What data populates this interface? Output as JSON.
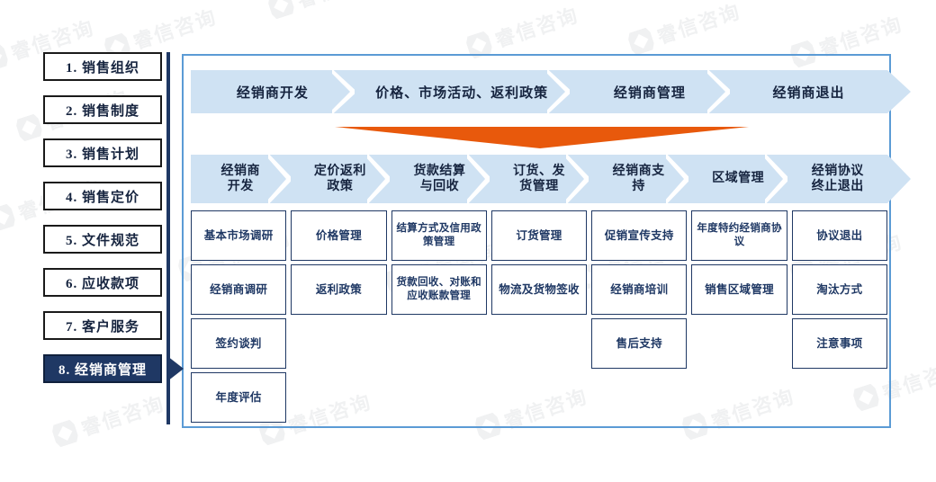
{
  "watermark": {
    "text": "睿信咨询",
    "mark": "logo-mark"
  },
  "colors": {
    "sidebar_active_bg": "#1f3864",
    "chevron_bg": "#cfe2f3",
    "frame_border": "#5b9bd5",
    "accent_orange": "#e8590c",
    "box_border": "#1f3864"
  },
  "sidebar": {
    "items": [
      {
        "label": "1. 销售组织",
        "active": false
      },
      {
        "label": "2. 销售制度",
        "active": false
      },
      {
        "label": "3. 销售计划",
        "active": false
      },
      {
        "label": "4. 销售定价",
        "active": false
      },
      {
        "label": "5. 文件规范",
        "active": false
      },
      {
        "label": "6. 应收款项",
        "active": false
      },
      {
        "label": "7. 客户服务",
        "active": false
      },
      {
        "label": "8. 经销商管理",
        "active": true
      }
    ]
  },
  "top_flow": {
    "steps": [
      {
        "label": "经销商开发",
        "flex": 1.08
      },
      {
        "label": "价格、市场活动、返利政策",
        "flex": 1.42
      },
      {
        "label": "经销商管理",
        "flex": 1.06
      },
      {
        "label": "经销商退出",
        "flex": 1.04
      }
    ]
  },
  "connector": {
    "shape": "down-triangle",
    "color": "#e8590c"
  },
  "sub_flow": {
    "steps": [
      {
        "label": "经销商\n开发"
      },
      {
        "label": "定价返利\n政策"
      },
      {
        "label": "货款结算\n与回收"
      },
      {
        "label": "订货、发\n货管理"
      },
      {
        "label": "经销商支\n持"
      },
      {
        "label": "区域管理"
      },
      {
        "label": "经销协议\n终止退出"
      }
    ]
  },
  "grid": {
    "columns": [
      {
        "header": "经销商开发",
        "boxes": [
          "基本市场调研",
          "经销商调研",
          "签约谈判",
          "年度评估"
        ]
      },
      {
        "header": "定价返利政策",
        "boxes": [
          "价格管理",
          "返利政策",
          "",
          ""
        ]
      },
      {
        "header": "货款结算与回收",
        "boxes": [
          "结算方式及信用政策管理",
          "货款回收、对账和应收账款管理",
          "",
          ""
        ]
      },
      {
        "header": "订货、发货管理",
        "boxes": [
          "订货管理",
          "物流及货物签收",
          "",
          ""
        ]
      },
      {
        "header": "经销商支持",
        "boxes": [
          "促销宣传支持",
          "经销商培训",
          "售后支持",
          ""
        ]
      },
      {
        "header": "区域管理",
        "boxes": [
          "年度特约经销商协议",
          "销售区域管理",
          "",
          ""
        ]
      },
      {
        "header": "经销协议终止退出",
        "boxes": [
          "协议退出",
          "淘汰方式",
          "注意事项",
          ""
        ]
      }
    ]
  }
}
